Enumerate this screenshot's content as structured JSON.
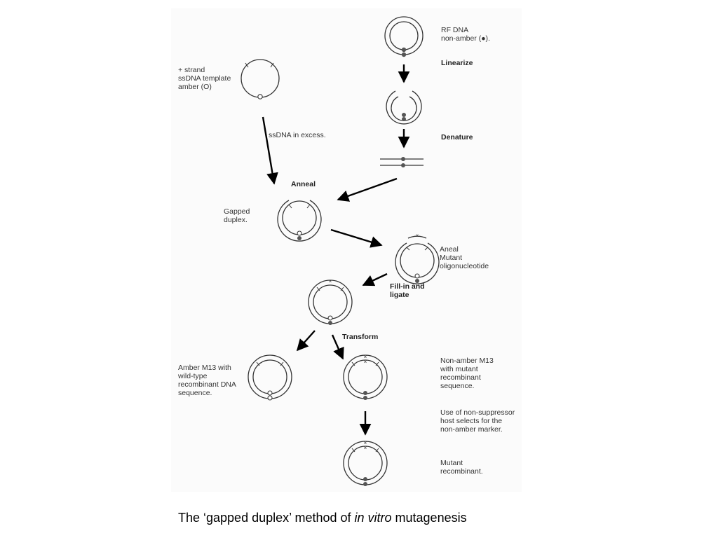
{
  "labels": {
    "rf_dna": "RF DNA\nnon-amber (●).",
    "linearize": "Linearize",
    "denature": "Denature",
    "template": "+ strand\nssDNA template\namber (O)",
    "ssdna_excess": "ssDNA in excess.",
    "anneal": "Anneal",
    "gapped_duplex": "Gapped\nduplex.",
    "anneal_mutant": "Aneal\nMutant\noligonucleotide",
    "fill_in": "Fill-in and\nligate",
    "transform": "Transform",
    "amber_m13": "Amber M13 with\nwild-type\nrecombinant DNA\nsequence.",
    "non_amber_m13": "Non-amber M13\nwith mutant\nrecombinant\nsequence.",
    "non_suppressor": "Use of non-suppressor\nhost selects for the\nnon-amber marker.",
    "mutant_recombinant": "Mutant\nrecombinant."
  },
  "caption": {
    "prefix": "The ‘gapped duplex’ method of ",
    "italic": "in vitro",
    "suffix": " mutagenesis"
  },
  "colors": {
    "ink": "#333333",
    "marker": "#555555",
    "arrow": "#000000"
  }
}
